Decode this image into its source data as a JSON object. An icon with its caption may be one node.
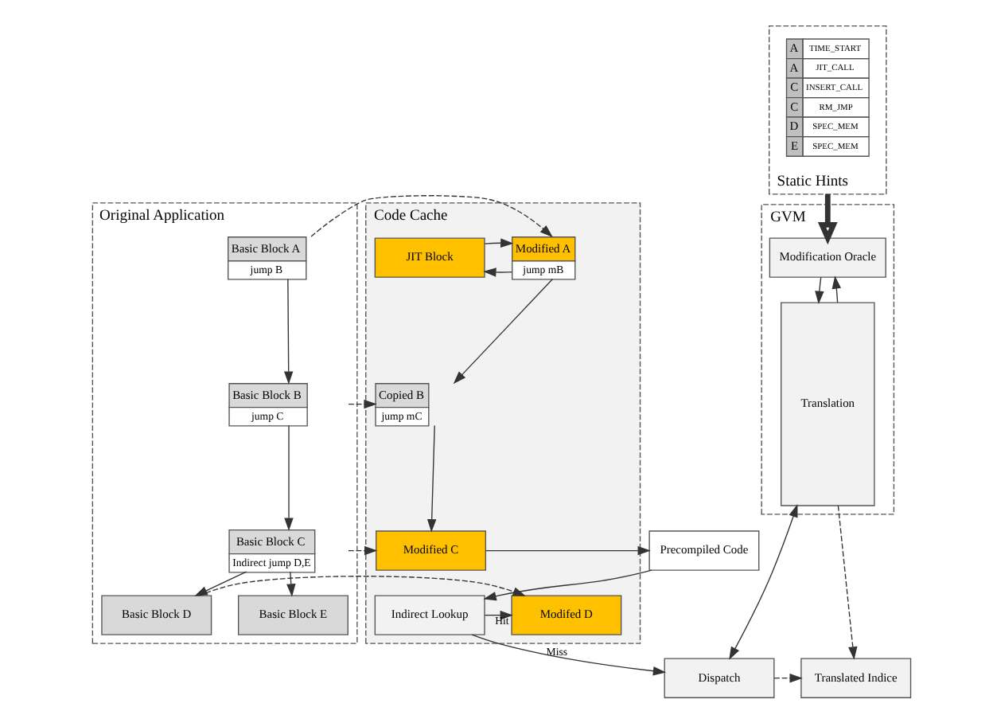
{
  "diagram": {
    "nodes": [
      {
        "text": [
          "GVM"
        ]
      },
      {
        "text": [
          "Modification Oracle"
        ],
        "in": 0
      },
      {
        "text": [
          "Translation"
        ],
        "in": 0
      },
      {
        "text": [
          "Original Application"
        ]
      },
      {
        "text": [
          "Basic Block A",
          "jump B"
        ],
        "in": 3
      },
      {
        "text": [
          "Basic Block B",
          "jump C"
        ],
        "in": 3
      },
      {
        "text": [
          "Basic Block C",
          "Indirect jump D,E"
        ],
        "in": 3
      },
      {
        "text": [
          "Basic Block D"
        ],
        "in": 3
      },
      {
        "text": [
          "Basic Block E"
        ],
        "in": 3
      },
      {
        "text": [
          "Code Cache"
        ]
      },
      {
        "text": [
          "Modified A",
          "jump mB"
        ],
        "in": 9
      },
      {
        "text": [
          "JIT Block"
        ],
        "in": 9
      },
      {
        "text": [
          "Copied B",
          "jump mC"
        ],
        "in": 9
      },
      {
        "text": [
          "Modified C"
        ],
        "in": 9
      },
      {
        "text": [
          "Modifed D"
        ],
        "in": 9
      },
      {
        "text": [
          "Indirect Lookup"
        ],
        "in": 9
      },
      {
        "text": [
          "Precompiled Code"
        ]
      },
      {
        "text": [
          "Static Hints"
        ]
      },
      {
        "text": [
          "Translated Indice"
        ]
      },
      {
        "text": [
          "Dispatch"
        ]
      }
    ],
    "edges": [
      {
        "from": 2,
        "to": 1,
        "arrow": "to"
      },
      {
        "from": 1,
        "to": 2,
        "arrow": "to"
      },
      {
        "from": 17,
        "to": 1,
        "arrow": "to",
        "style": "thick"
      },
      {
        "from": 4,
        "to": 5,
        "arrow": "to"
      },
      {
        "from": 5,
        "to": 6,
        "arrow": "to"
      },
      {
        "from": 6,
        "to": 7,
        "arrow": "to"
      },
      {
        "from": 6,
        "to": 8,
        "arrow": "to"
      },
      {
        "from": 4,
        "to": 10,
        "arrow": "to",
        "style": "dashed"
      },
      {
        "from": 5,
        "to": 12,
        "arrow": "to",
        "style": "dashed"
      },
      {
        "from": 6,
        "to": 13,
        "arrow": "to",
        "style": "dashed"
      },
      {
        "from": 7,
        "to": 14,
        "arrow": "to",
        "style": "dashed"
      },
      {
        "from": 10,
        "to": 11,
        "arrow": "to"
      },
      {
        "from": 11,
        "to": 10,
        "arrow": "to"
      },
      {
        "from": 10,
        "to": 12,
        "arrow": "to"
      },
      {
        "from": 12,
        "to": 13,
        "arrow": "to"
      },
      {
        "from": 13,
        "to": 16,
        "arrow": "to"
      },
      {
        "from": 16,
        "to": 15,
        "arrow": "to"
      },
      {
        "from": 15,
        "to": 14,
        "arrow": "to",
        "label": "Hit"
      },
      {
        "from": 15,
        "to": 19,
        "arrow": "to",
        "label": "Miss"
      },
      {
        "from": 2,
        "to": 19,
        "arrow": "both"
      },
      {
        "from": 19,
        "to": 18,
        "arrow": "to",
        "style": "dashed"
      },
      {
        "from": 2,
        "to": 18,
        "arrow": "to",
        "style": "dashed"
      }
    ],
    "labels": [
      "A",
      "TIME_START",
      "A",
      "JIT_CALL",
      "C",
      "INSERT_CALL",
      "C",
      "RM_JMP",
      "D",
      "SPEC_MEM",
      "E",
      "SPEC_MEM"
    ]
  }
}
